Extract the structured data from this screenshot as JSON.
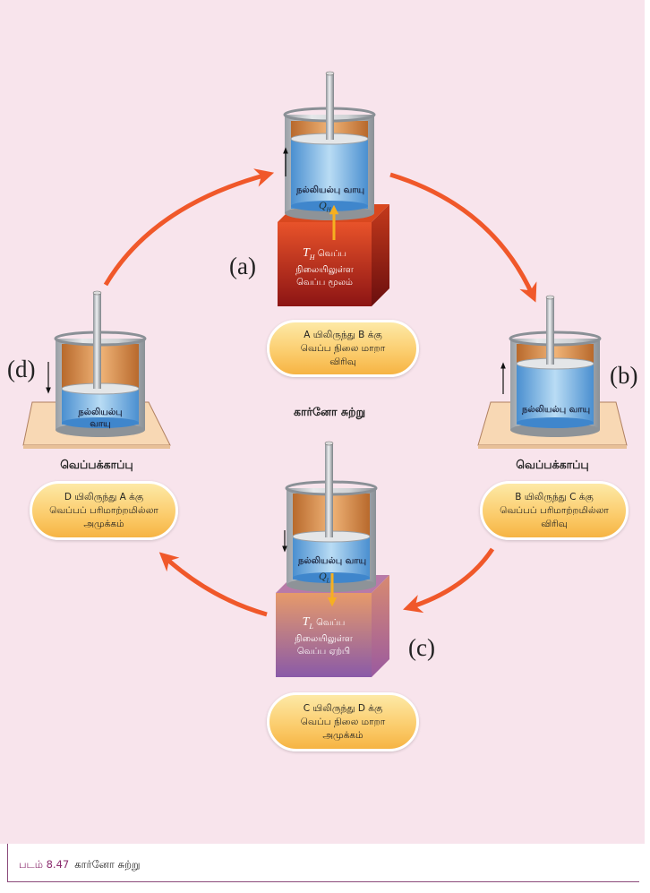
{
  "title": "கார்னோ சுற்று",
  "caption": {
    "figure_label": "படம் 8.47",
    "text": "கார்னோ சுற்று"
  },
  "colors": {
    "background": "#f8e4ec",
    "cycle_arrow": "#f0582a",
    "heat_arrow": "#f6b020",
    "hot_reservoir": "#c0301e",
    "cold_reservoir": "#c07a8a",
    "gas": "#5ea8dc",
    "caption_accent": "#8b2c6e"
  },
  "stages": {
    "a": {
      "label": "(a)",
      "gas_label": "நல்லியல்பு வாயு",
      "heat_symbol": "Q",
      "heat_sub": "H",
      "piston_motion": "up",
      "reservoir": {
        "temp_symbol": "T",
        "temp_sub": "H",
        "line1": "வெப்ப",
        "line2": "நிலையிலுள்ள",
        "line3": "வெப்ப மூலம்"
      },
      "process": [
        "A யிலிருந்து B க்கு",
        "வெப்ப நிலை மாறா",
        "விரிவு"
      ]
    },
    "b": {
      "label": "(b)",
      "gas_label": "நல்லியல்பு வாயு",
      "piston_motion": "up",
      "base_label": "வெப்பக்காப்பு",
      "process": [
        "B யிலிருந்து C க்கு",
        "வெப்பப் பரிமாற்றமில்லா",
        "விரிவு"
      ]
    },
    "c": {
      "label": "(c)",
      "gas_label": "நல்லியல்பு வாயு",
      "heat_symbol": "Q",
      "heat_sub": "L",
      "piston_motion": "down",
      "reservoir": {
        "temp_symbol": "T",
        "temp_sub": "L",
        "line1": "வெப்ப",
        "line2": "நிலையிலுள்ள",
        "line3": "வெப்ப ஏற்பி"
      },
      "process": [
        "C யிலிருந்து D க்கு",
        "வெப்ப நிலை மாறா",
        "அமுக்கம்"
      ]
    },
    "d": {
      "label": "(d)",
      "gas_label_line1": "நல்லியல்பு",
      "gas_label_line2": "வாயு",
      "piston_motion": "down",
      "base_label": "வெப்பக்காப்பு",
      "process": [
        "D யிலிருந்து A க்கு",
        "வெப்பப் பரிமாற்றமில்லா",
        "அமுக்கம்"
      ]
    }
  }
}
